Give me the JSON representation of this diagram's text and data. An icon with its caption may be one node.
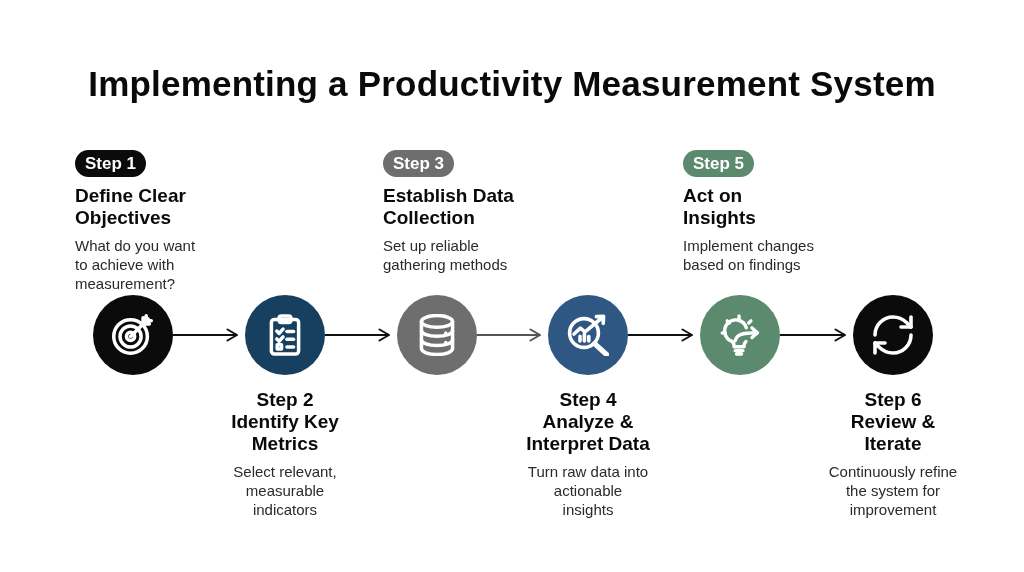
{
  "diagram": {
    "title": "Implementing a Productivity Measurement System",
    "nodes": [
      {
        "text": [],
        "shape": "circle",
        "beside": [
          "Step 1",
          "Define Clear Objectives",
          "What do you want to achieve with measurement?"
        ]
      },
      {
        "text": [],
        "shape": "circle",
        "beside": [
          "Step 2",
          "Identify Key Metrics",
          "Select relevant, measurable indicators"
        ]
      },
      {
        "text": [],
        "shape": "circle",
        "beside": [
          "Step 3",
          "Establish Data Collection",
          "Set up reliable gathering methods"
        ]
      },
      {
        "text": [],
        "shape": "circle",
        "beside": [
          "Step 4",
          "Analyze & Interpret Data",
          "Turn raw data into actionable insights"
        ]
      },
      {
        "text": [],
        "shape": "circle",
        "beside": [
          "Step 5",
          "Act on Insights",
          "Implement changes based on findings"
        ]
      },
      {
        "text": [],
        "shape": "circle",
        "beside": [
          "Step 6",
          "Review & Iterate",
          "Continuously refine the system for improvement"
        ]
      }
    ],
    "edges": [
      {
        "from": 0,
        "to": 1,
        "arrow": "to"
      },
      {
        "from": 1,
        "to": 2,
        "arrow": "to"
      },
      {
        "from": 2,
        "to": 3,
        "arrow": "to",
        "color": "#555555"
      },
      {
        "from": 3,
        "to": 4,
        "arrow": "to"
      },
      {
        "from": 4,
        "to": 5,
        "arrow": "to"
      }
    ]
  }
}
